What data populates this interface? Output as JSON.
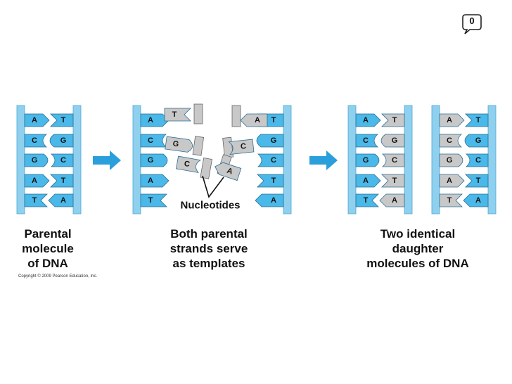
{
  "badge": {
    "count": "0"
  },
  "panels": {
    "parental": {
      "caption": [
        "Parental",
        "molecule",
        "of DNA"
      ],
      "pairs": [
        [
          "A",
          "T"
        ],
        [
          "C",
          "G"
        ],
        [
          "G",
          "C"
        ],
        [
          "A",
          "T"
        ],
        [
          "T",
          "A"
        ]
      ]
    },
    "separating": {
      "caption": [
        "Both parental",
        "strands serve",
        "as templates"
      ],
      "left_strand": [
        "A",
        "C",
        "G",
        "A",
        "T"
      ],
      "right_strand": [
        "T",
        "G",
        "C",
        "T",
        "A"
      ],
      "free_nucleotides": [
        "T",
        "A",
        "G",
        "C",
        "C",
        "A"
      ],
      "nucleotides_label": "Nucleotides"
    },
    "daughters": {
      "caption": [
        "Two identical",
        "daughter",
        "molecules of DNA"
      ],
      "left_pairs": [
        [
          "A",
          "T"
        ],
        [
          "C",
          "G"
        ],
        [
          "G",
          "C"
        ],
        [
          "A",
          "T"
        ],
        [
          "T",
          "A"
        ]
      ],
      "right_pairs": [
        [
          "A",
          "T"
        ],
        [
          "C",
          "G"
        ],
        [
          "G",
          "C"
        ],
        [
          "A",
          "T"
        ],
        [
          "T",
          "A"
        ]
      ]
    }
  },
  "copyright": "Copyright © 2009 Pearson Education, Inc.",
  "colors": {
    "backbone": "#8fd0ee",
    "parental_base": "#4ab8e8",
    "new_base": "#c8c8c8",
    "arrow": "#2a9fdc",
    "base_text": "#111111"
  }
}
